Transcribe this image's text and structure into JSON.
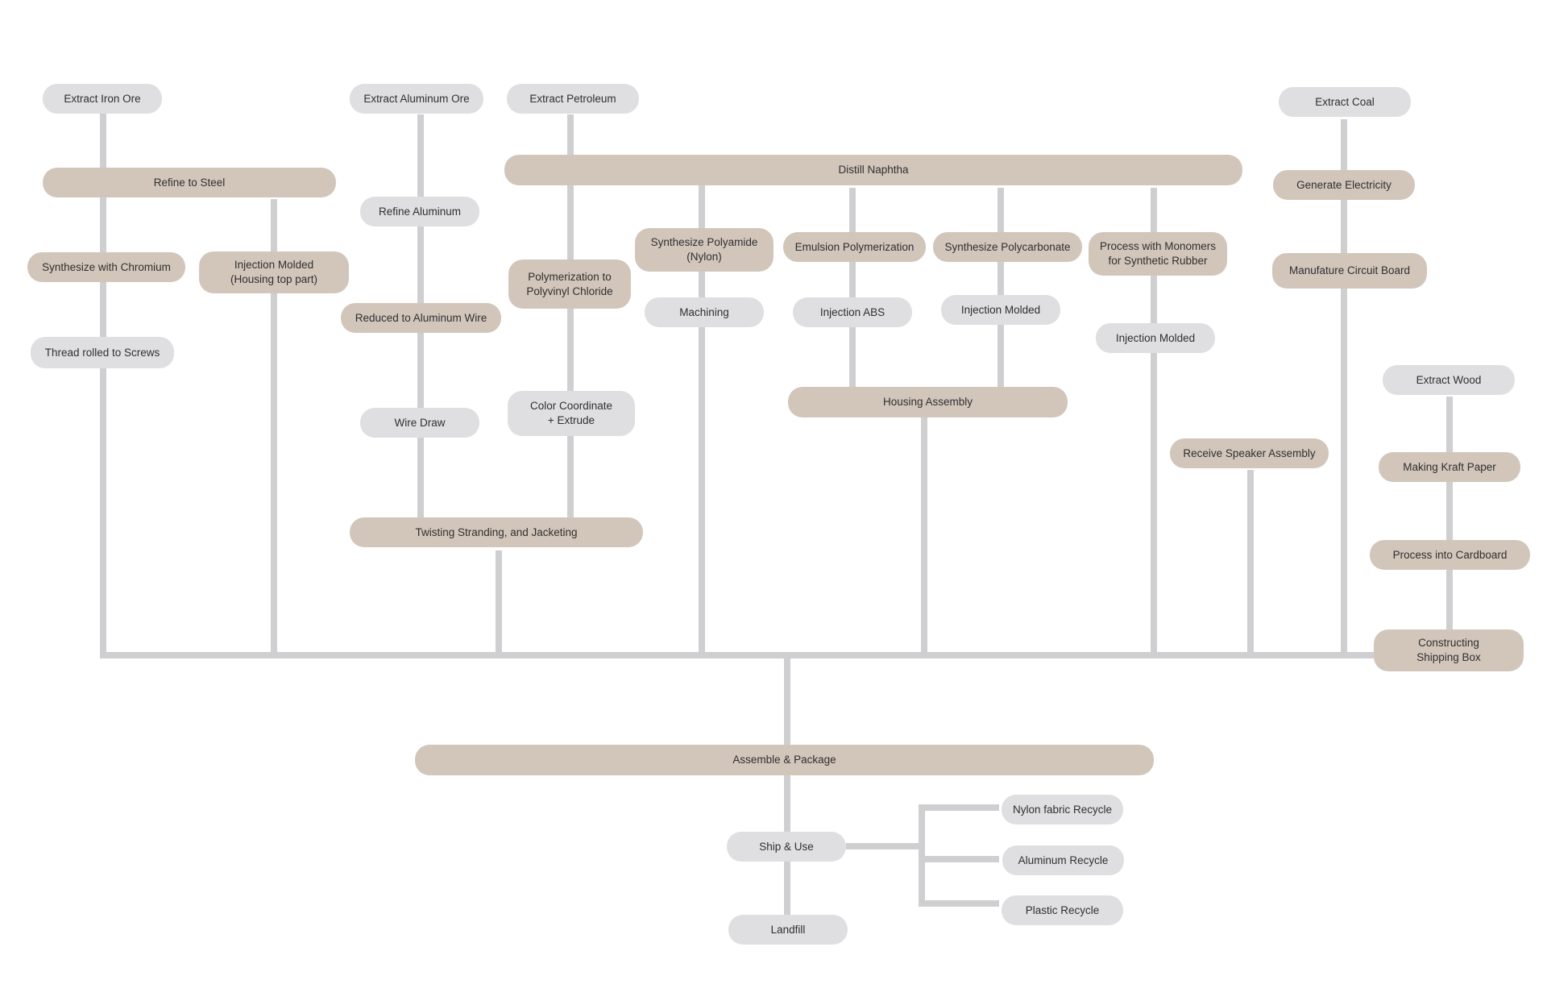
{
  "nodes": {
    "extract_iron_ore": "Extract Iron Ore",
    "refine_to_steel": "Refine to Steel",
    "synthesize_with_chromium": "Synthesize with Chromium",
    "injection_molded_housing_top": "Injection Molded\n(Housing top part)",
    "thread_rolled_to_screws": "Thread rolled to Screws",
    "extract_aluminum_ore": "Extract Aluminum Ore",
    "refine_aluminum": "Refine Aluminum",
    "reduced_to_aluminum_wire": "Reduced to Aluminum Wire",
    "wire_draw": "Wire Draw",
    "twisting_stranding_jacketing": "Twisting Stranding, and Jacketing",
    "extract_petroleum": "Extract Petroleum",
    "polymerization_pvc": "Polymerization to\nPolyvinyl Chloride",
    "color_coordinate_extrude": "Color Coordinate\n+ Extrude",
    "distill_naphtha": "Distill Naphtha",
    "synthesize_polyamide": "Synthesize Polyamide\n(Nylon)",
    "machining": "Machining",
    "emulsion_polymerization": "Emulsion Polymerization",
    "injection_abs": "Injection ABS",
    "synthesize_polycarbonate": "Synthesize Polycarbonate",
    "injection_molded_pc": "Injection Molded",
    "housing_assembly": "Housing Assembly",
    "process_with_monomers": "Process with Monomers\nfor Synthetic Rubber",
    "injection_molded_rubber": "Injection Molded",
    "receive_speaker_assembly": "Receive Speaker Assembly",
    "extract_coal": "Extract Coal",
    "generate_electricity": "Generate Electricity",
    "manufature_circuit_board": "Manufature Circuit Board",
    "extract_wood": "Extract Wood",
    "making_kraft_paper": "Making Kraft Paper",
    "process_into_cardboard": "Process into Cardboard",
    "constructing_shipping_box": "Constructing\nShipping Box",
    "assemble_package": "Assemble & Package",
    "ship_use": "Ship & Use",
    "landfill": "Landfill",
    "nylon_fabric_recycle": "Nylon fabric Recycle",
    "aluminum_recycle": "Aluminum Recycle",
    "plastic_recycle": "Plastic Recycle"
  },
  "colors": {
    "raw_step": "#dfdfe1",
    "process_step": "#d2c6bb",
    "connector": "#cfcfd1",
    "text": "#2f2f2f"
  }
}
